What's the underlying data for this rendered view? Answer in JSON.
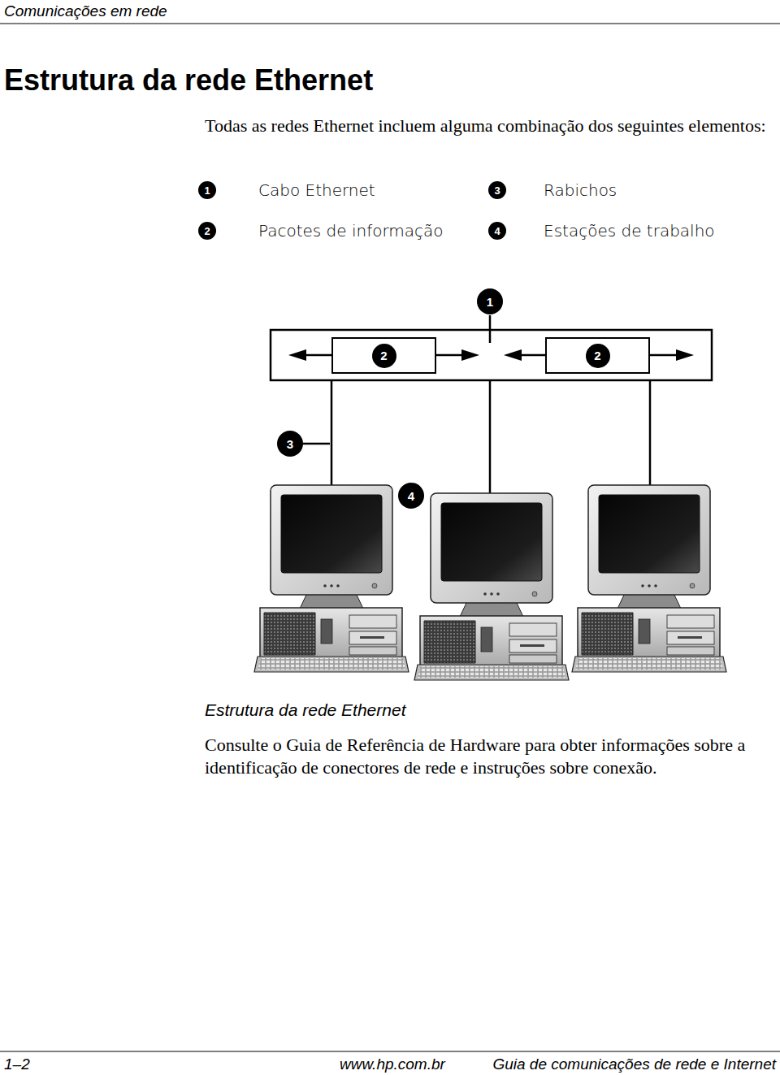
{
  "diagram": {
    "title": "Estrutura da rede Ethernet",
    "caption": "Estrutura da rede Ethernet",
    "nodes": [
      {
        "text": [
          "2"
        ]
      },
      {
        "text": [
          "2"
        ]
      }
    ],
    "labels": [
      "Comunicações em rede",
      "Todas as redes Ethernet incluem alguma combinação dos seguintes elementos:",
      "1",
      "Cabo Ethernet",
      "3",
      "Rabichos",
      "2",
      "Pacotes de informação",
      "4",
      "Estações de trabalho",
      "1",
      "3",
      "4",
      "Consulte o Guia de Referência de Hardware para obter informações sobre a identificação de conectores de rede e instruções sobre conexão.",
      "1–2",
      "www.hp.com.br",
      "Guia de comunicações de rede e Internet"
    ]
  }
}
